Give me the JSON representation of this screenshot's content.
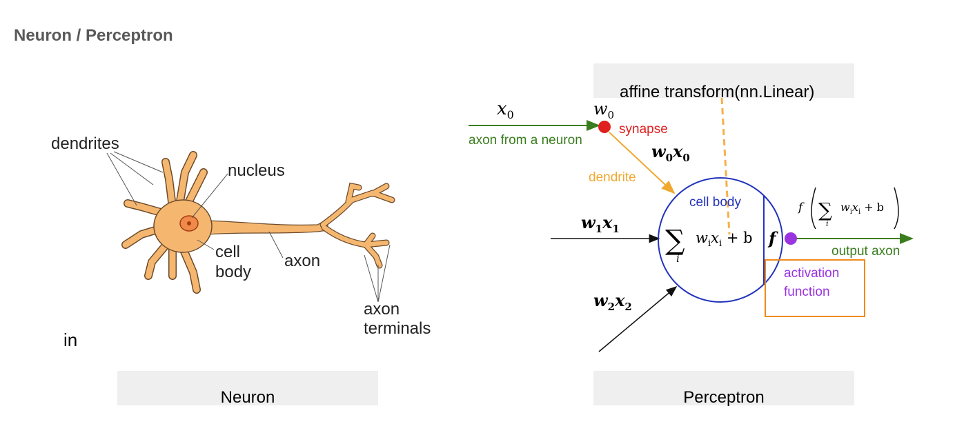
{
  "title": "Neuron / Perceptron",
  "stray_text": "in",
  "captions": {
    "neuron": "Neuron",
    "perceptron": "Perceptron"
  },
  "affine_label": "affine transform(nn.Linear)",
  "neuron": {
    "dendrites": "dendrites",
    "nucleus": "nucleus",
    "cell": "cell",
    "body": "body",
    "axon": "axon",
    "axon_t1": "axon",
    "axon_t2": "terminals"
  },
  "perceptron": {
    "x0": "x",
    "x0_sub": "0",
    "w0": "w",
    "w0_sub": "0",
    "synapse": "synapse",
    "axon_from": "axon from a neuron",
    "w0x0_w": "w",
    "w0x0_ws": "0",
    "w0x0_x": "x",
    "w0x0_xs": "0",
    "dendrite": "dendrite",
    "cell_body": "cell body",
    "w1x1_w": "w",
    "w1x1_ws": "1",
    "w1x1_x": "x",
    "w1x1_xs": "1",
    "w2x2_w": "w",
    "w2x2_ws": "2",
    "w2x2_x": "x",
    "w2x2_xs": "2",
    "sum": "∑",
    "sum_i": "i",
    "sum_expr_w": "w",
    "sum_expr_ws": "i",
    "sum_expr_x": "x",
    "sum_expr_xs": "i",
    "sum_expr_b": " + b",
    "f": "f",
    "out_f": "f",
    "out_expr": "w",
    "out_expr_s": "i",
    "out_expr_x": "x",
    "out_expr_xs": "i",
    "out_expr_b": " + b",
    "output_axon": "output axon",
    "activation1": "activation",
    "activation2": "function"
  },
  "colors": {
    "axon_green": "#3a7d1e",
    "dendrite_orange": "#f0a830",
    "synapse_red": "#e02020",
    "cell_blue": "#2233bb",
    "activation_purple": "#9a33e0",
    "neuron_fill": "#f5b770",
    "box_orange": "#f08a1a"
  }
}
